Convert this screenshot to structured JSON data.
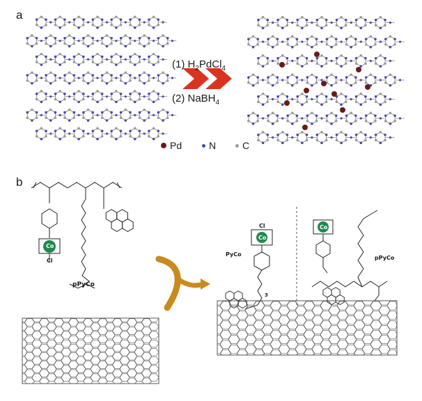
{
  "panel_a": {
    "label": "a",
    "step1_prefix": "(1) H",
    "step1_sub1": "2",
    "step1_mid": "PdCl",
    "step1_sub2": "4",
    "step2_prefix": "(2) NaBH",
    "step2_sub": "4",
    "legend": [
      {
        "label": "Pd",
        "color": "#6b1a1a"
      },
      {
        "label": "N",
        "color": "#4a4aa8"
      },
      {
        "label": "C",
        "color": "#9a9a9a"
      }
    ]
  },
  "panel_b": {
    "label": "b",
    "pypyco_label": "pPyCo",
    "pyco_label": "PyCo",
    "pypyco_right_label": "pPyCo",
    "cobalt": "Co",
    "chloro": "Cl",
    "n_link": "3"
  },
  "colors": {
    "arrow_red": "#d9341f",
    "arrow_gold": "#c98a1e",
    "cobalt_green": "#1f8a4c",
    "nitrogen": "#4a4aa8",
    "carbon": "#9a9a9a",
    "bond": "#777777"
  }
}
